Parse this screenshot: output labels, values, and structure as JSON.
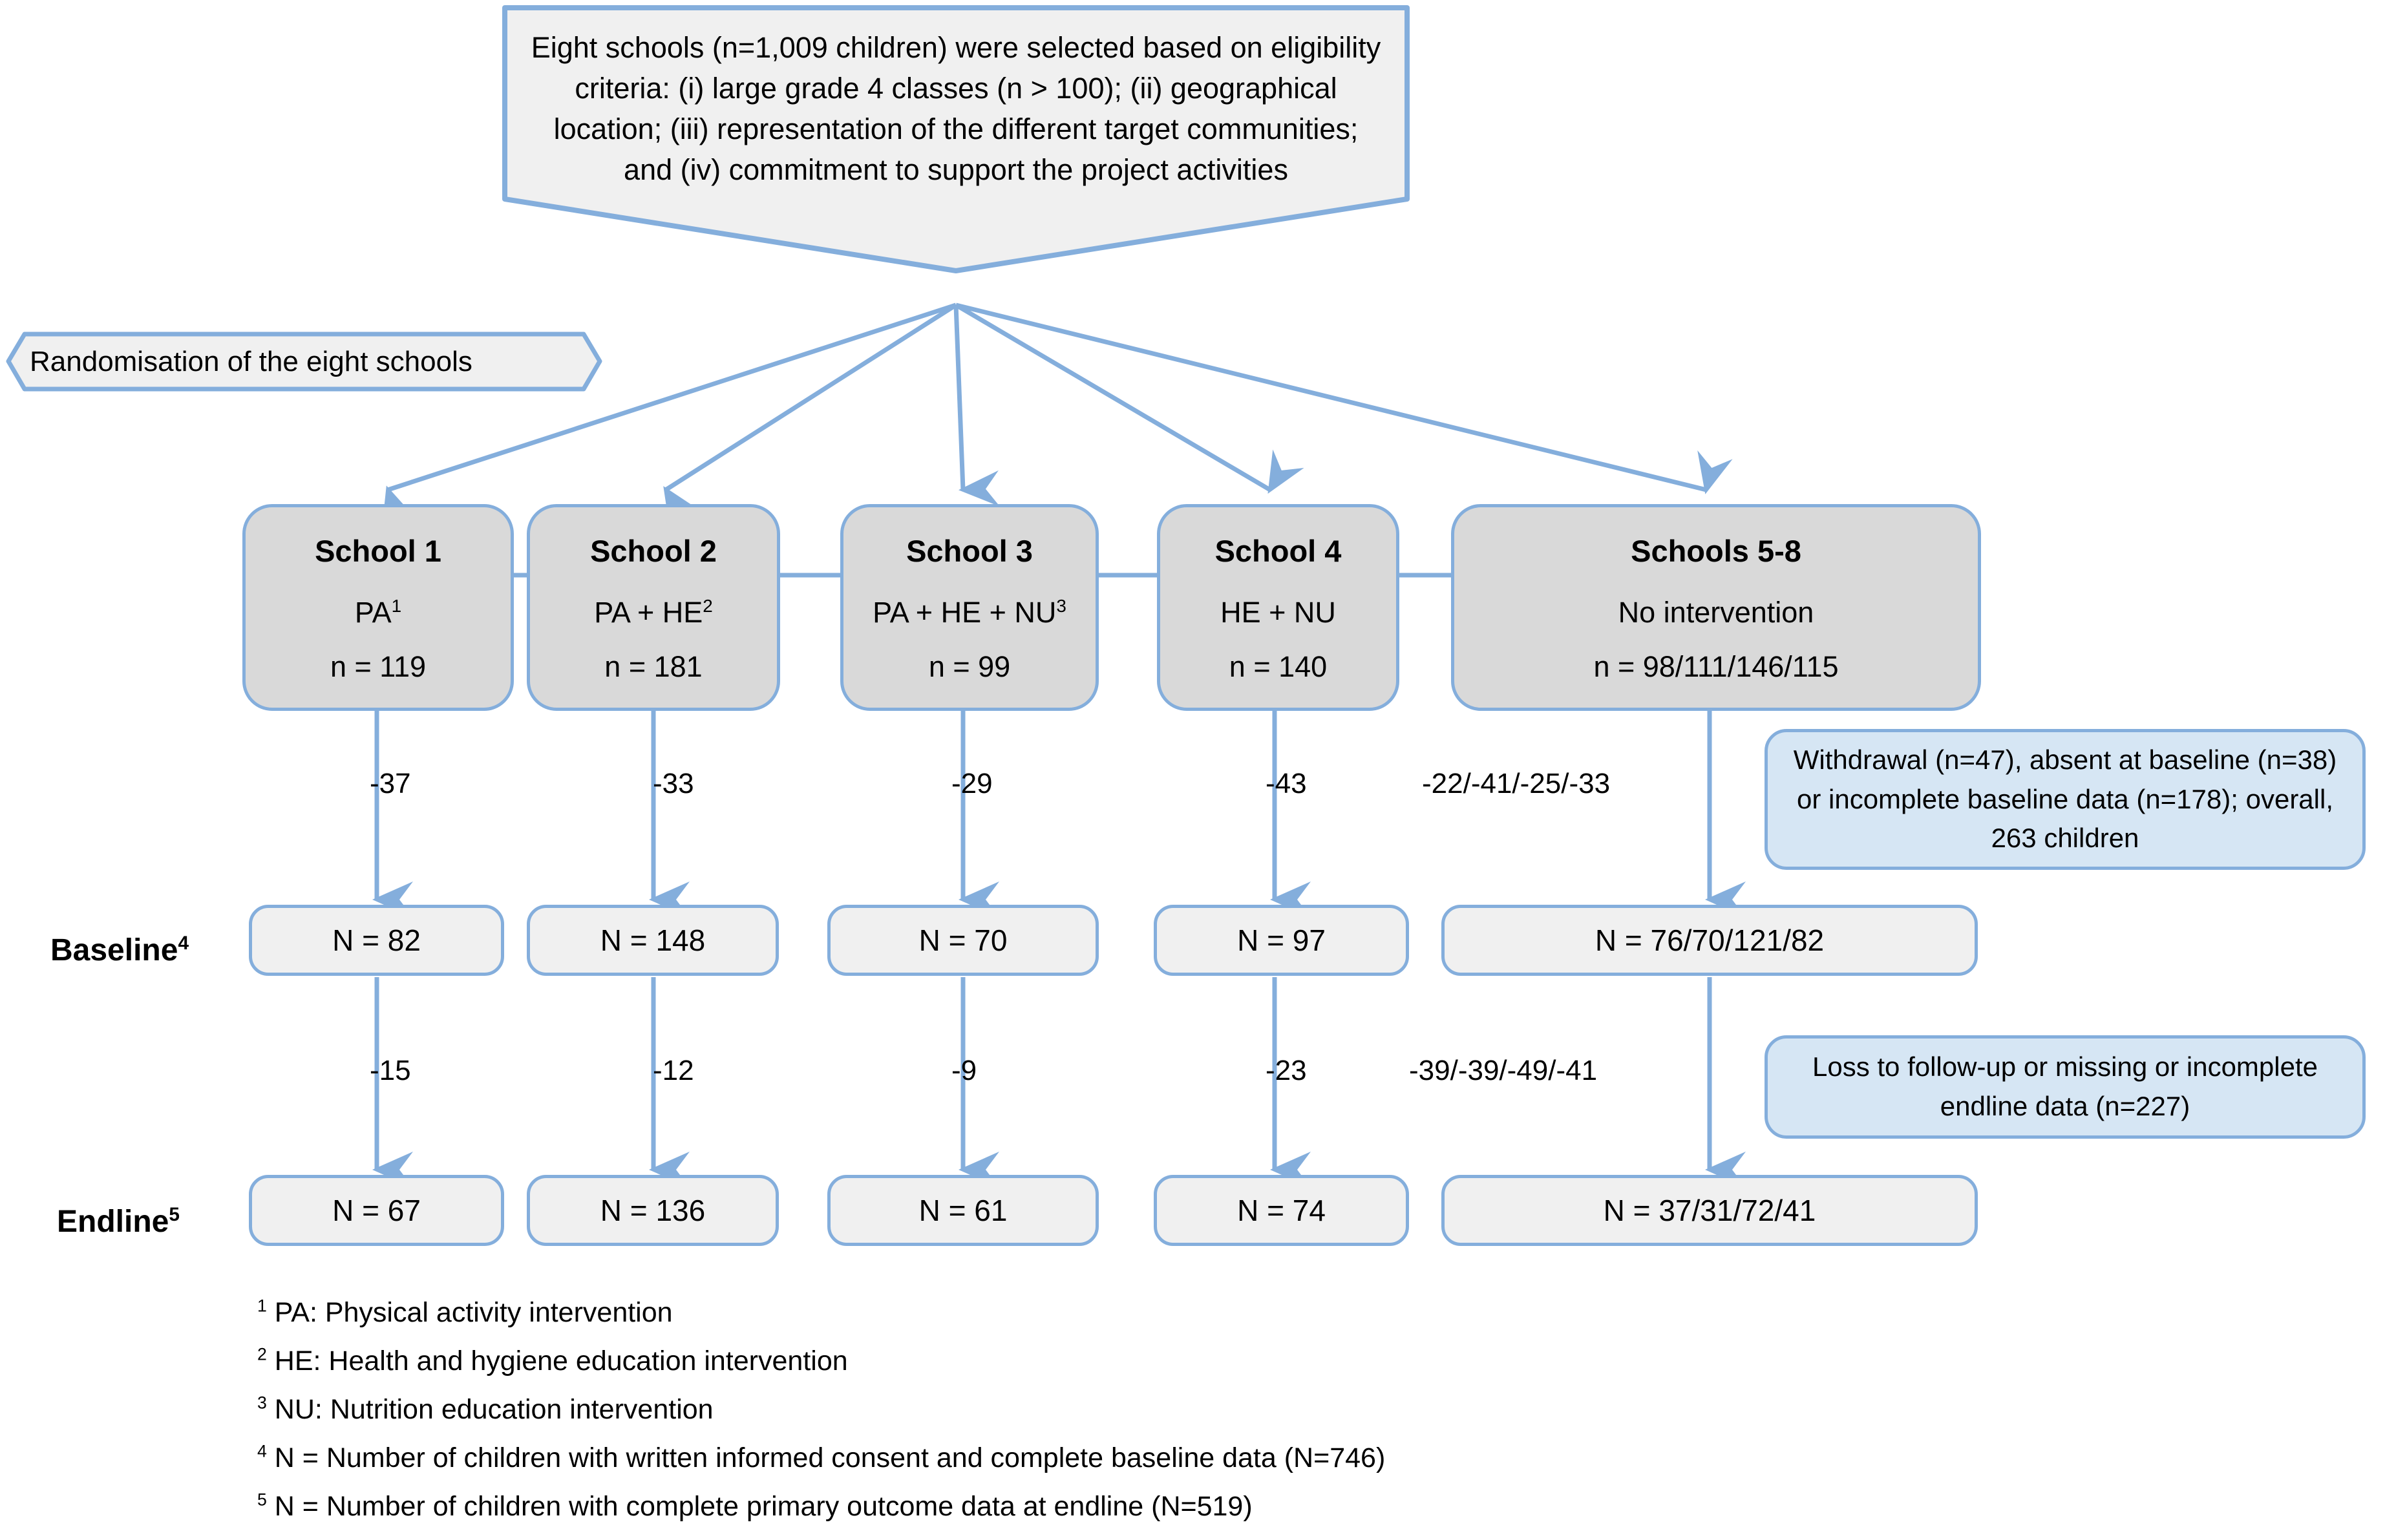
{
  "diagram": {
    "title": "CONSORT-style participant flow diagram",
    "colors": {
      "border_blue": "#84AEDC",
      "grey_fill": "#D9D9D9",
      "light_fill": "#F0F0F0",
      "callout_fill": "#D6E6F4",
      "text": "#000000"
    },
    "top_statement": "Eight schools (n=1,009 children) were selected based on eligibility criteria: (i) large grade 4 classes (n > 100); (ii) geographical location; (iii) representation of the different target communities; and (iv) commitment to support the project activities",
    "randomisation_label": "Randomisation of the eight schools",
    "schools": [
      {
        "title": "School 1",
        "arm": "PA",
        "arm_sup": "1",
        "n": "n = 119"
      },
      {
        "title": "School 2",
        "arm": "PA + HE",
        "arm_sup": "2",
        "n": "n = 181"
      },
      {
        "title": "School 3",
        "arm": "PA + HE + NU",
        "arm_sup": "3",
        "n": "n = 99"
      },
      {
        "title": "School 4",
        "arm": "HE + NU",
        "arm_sup": "",
        "n": "n = 140"
      },
      {
        "title": "Schools 5-8",
        "arm": "No intervention",
        "arm_sup": "",
        "n": "n = 98/111/146/115"
      }
    ],
    "stage_labels": {
      "baseline": "Baseline",
      "baseline_sup": "4",
      "endline": "Endline",
      "endline_sup": "5"
    },
    "drop_to_baseline": [
      "-37",
      "-33",
      "-29",
      "-43",
      "-22/-41/-25/-33"
    ],
    "baseline": [
      "N = 82",
      "N = 148",
      "N = 70",
      "N = 97",
      "N = 76/70/121/82"
    ],
    "drop_to_endline": [
      "-15",
      "-12",
      "-9",
      "-23",
      "-39/-39/-49/-41"
    ],
    "endline": [
      "N = 67",
      "N = 136",
      "N = 61",
      "N = 74",
      "N = 37/31/72/41"
    ],
    "callout_baseline": "Withdrawal (n=47), absent at baseline (n=38) or incomplete baseline data (n=178); overall, 263 children",
    "callout_endline": "Loss to follow-up or missing or incomplete endline data (n=227)",
    "footnotes": [
      {
        "marker": "1",
        "text": " PA: Physical activity intervention"
      },
      {
        "marker": "2",
        "text": " HE: Health and hygiene education intervention"
      },
      {
        "marker": "3",
        "text": " NU: Nutrition education intervention"
      },
      {
        "marker": "4",
        "text": " N = Number of children with written informed consent and complete baseline data (N=746)"
      },
      {
        "marker": "5",
        "text": " N = Number of children with complete primary outcome data at endline (N=519)"
      }
    ]
  }
}
